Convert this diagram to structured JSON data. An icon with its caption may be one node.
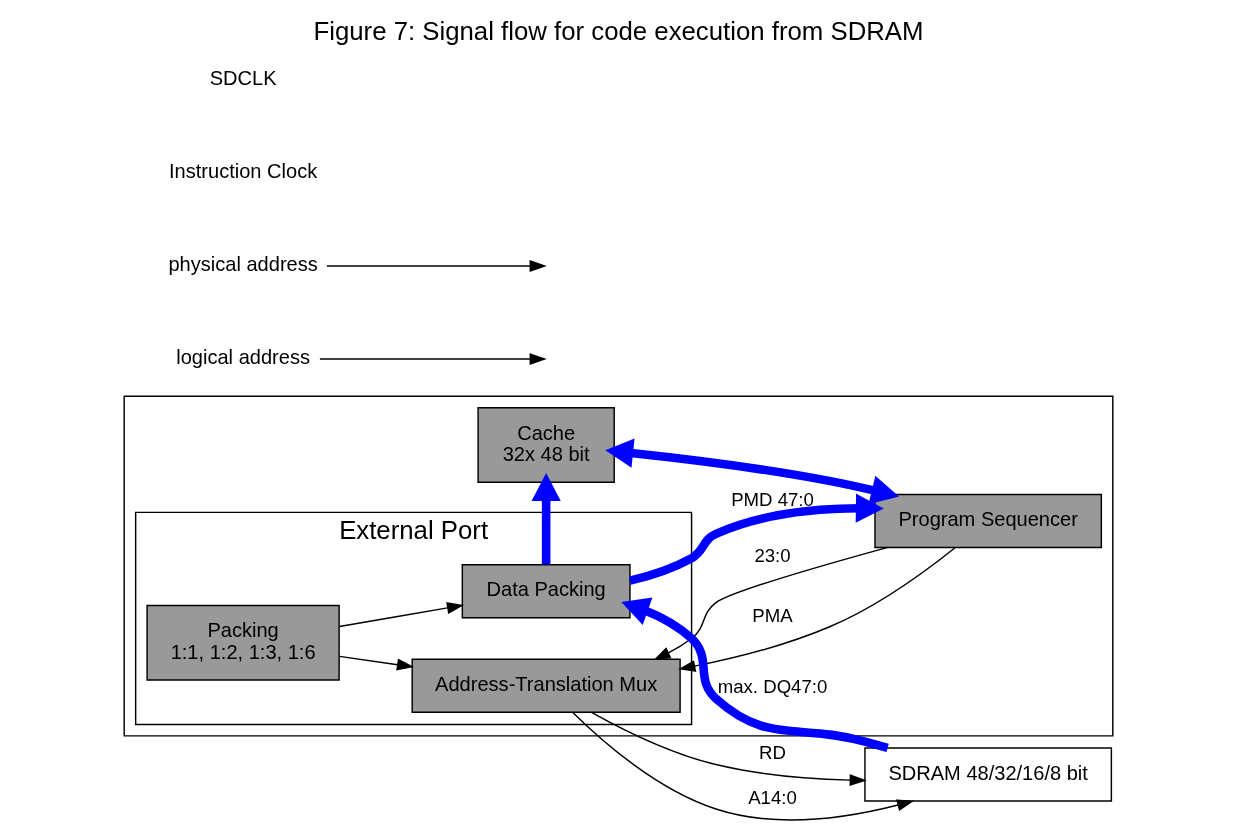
{
  "diagram": {
    "title": "Figure 7: Signal flow for code execution from SDRAM",
    "nodes": [
      {
        "text": [],
        "shape": "box"
      },
      {
        "text": [
          "Cache",
          "32x 48 bit"
        ],
        "in": 0
      },
      {
        "text": [
          "Program Sequencer"
        ],
        "in": 0
      },
      {
        "text": [
          "External Port"
        ],
        "in": 0
      },
      {
        "text": [
          "Address-Translation Mux"
        ],
        "in": 3
      },
      {
        "text": [
          "Packing",
          "1:1, 1:2, 1:3, 1:6"
        ],
        "in": 3
      },
      {
        "text": [
          "Data Packing"
        ],
        "in": 3
      },
      {
        "text": [
          "SDRAM 48/32/16/8 bit"
        ]
      },
      {
        "text": [
          "logical address"
        ]
      },
      {
        "text": [
          "physical address"
        ]
      }
    ],
    "edges": [
      {
        "from": 1,
        "to": 2,
        "arrow": "both",
        "style": "thick",
        "color": "#0000ff"
      },
      {
        "from": 6,
        "to": 1,
        "arrow": "to",
        "style": "thick",
        "color": "#0000ff"
      },
      {
        "from": 6,
        "to": 2,
        "arrow": "to",
        "label": "PMD 47:0",
        "style": "thick",
        "color": "#0000ff"
      },
      {
        "from": 2,
        "to": 4,
        "arrow": "to",
        "label": "PMA"
      },
      {
        "from": 2,
        "to": 4,
        "arrow": "to",
        "label": "23:0"
      },
      {
        "from": 4,
        "to": 7,
        "arrow": "to",
        "label": "RD"
      },
      {
        "from": 4,
        "to": 7,
        "arrow": "to",
        "label": "A14:0"
      },
      {
        "from": 5,
        "to": 4,
        "arrow": "to"
      },
      {
        "from": 5,
        "to": 6,
        "arrow": "to"
      },
      {
        "from": 7,
        "to": 6,
        "arrow": "to",
        "label": "max. DQ47:0",
        "style": "thick",
        "color": "#0000ff"
      },
      {
        "from": 8,
        "to": null,
        "arrow": "to"
      },
      {
        "from": 9,
        "to": null,
        "arrow": "to"
      }
    ],
    "labels": [
      "Instruction Clock",
      "SDCLK"
    ]
  }
}
